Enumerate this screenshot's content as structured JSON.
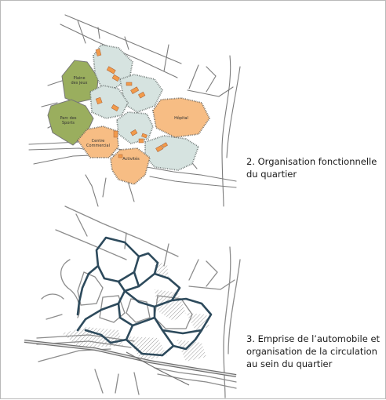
{
  "zones": {
    "plaine_des_jeux": {
      "line1": "Plaine",
      "line2": "des jeux"
    },
    "parc_des_sports": {
      "line1": "Parc des",
      "line2": "Sports"
    },
    "hopital": "Hôpital",
    "centre_commercial": {
      "line1": "Centre",
      "line2": "Commercial"
    },
    "activites": "Activités"
  },
  "captions": {
    "plan2": {
      "line1": "2. Organisation fonctionnelle",
      "line2": "du quartier"
    },
    "plan3": {
      "line1": "3. Emprise de l’automobile et",
      "line2": "organisation de la circulation",
      "line3": "au sein du quartier"
    }
  },
  "colors": {
    "green_space": "#9aae5e",
    "housing_cell": "#d6e3e0",
    "facility": "#f7bd84",
    "building": "#f29a4a",
    "car_network": "#2d4a5c",
    "road": "#7c7c7c"
  }
}
